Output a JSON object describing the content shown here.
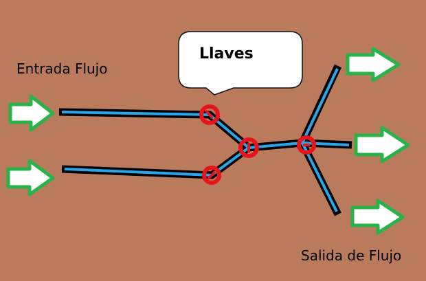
{
  "labels": {
    "input_flow": "Entrada Flujo",
    "output_flow": "Salida de Flujo",
    "valves_callout": "Llaves"
  },
  "icons": {
    "inlet_arrow": "arrow-right-icon",
    "outlet_arrow": "arrow-right-icon",
    "valve": "valve-icon"
  },
  "colors": {
    "background": "#b97b5b",
    "pipe_outline": "#000000",
    "pipe_fluid": "#2aa6e8",
    "arrow_stroke": "#29b34a",
    "arrow_fill": "#ffffff",
    "valve": "#e8141c",
    "callout_fill": "#ffffff"
  }
}
